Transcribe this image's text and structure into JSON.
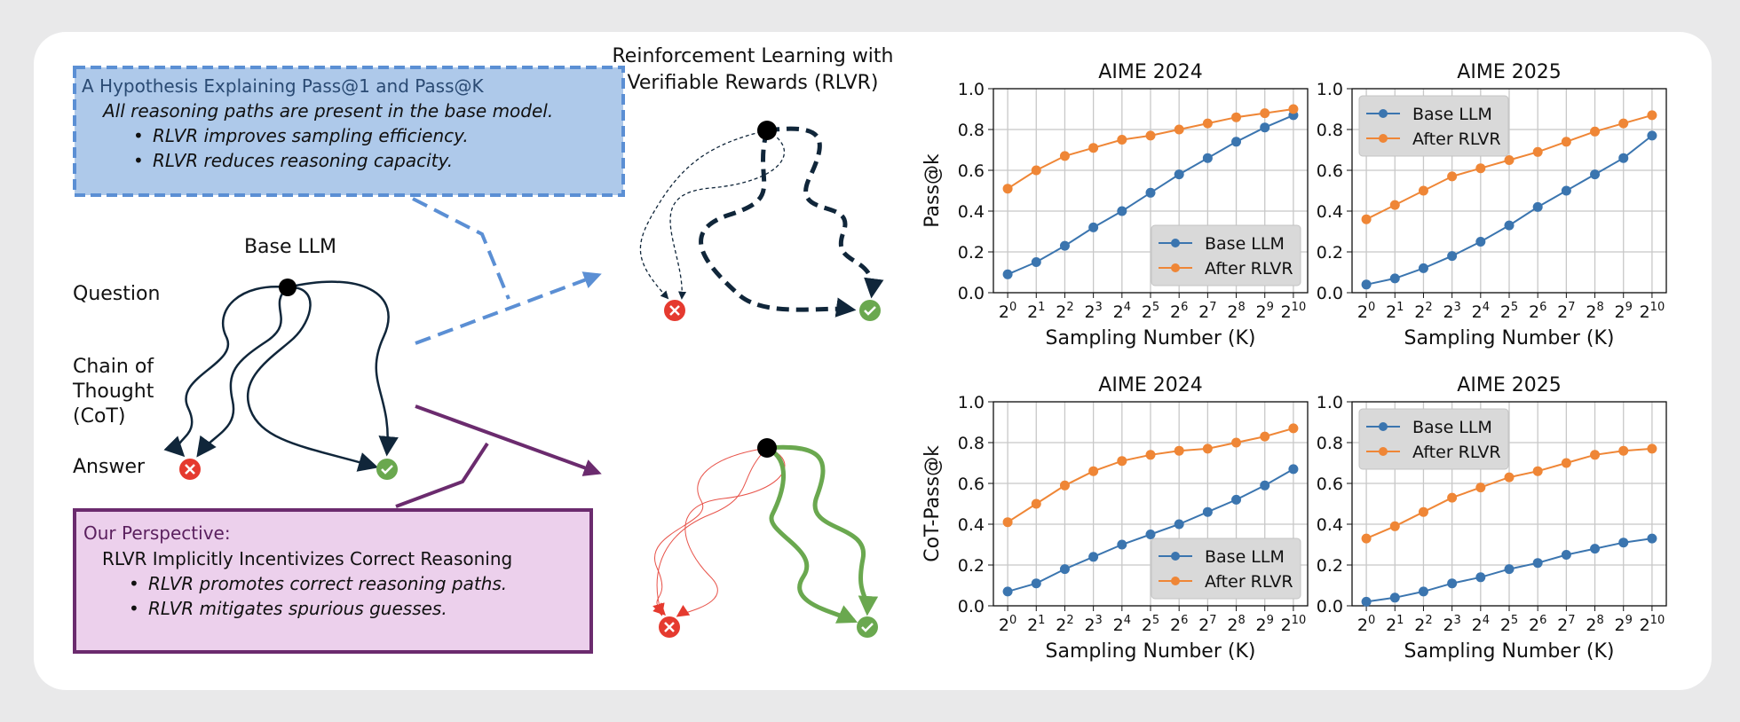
{
  "colors": {
    "base": "#3b75af",
    "rlvr": "#ef8636",
    "wrong": "#e53a2f",
    "correct": "#6aa84f",
    "hypothesis_fill": "#aec9ea",
    "hypothesis_border": "#5b8fd4",
    "perspective_fill": "#ecd0ec",
    "perspective_border": "#6b2b6e"
  },
  "hypothesis": {
    "title": "A Hypothesis Explaining Pass@1 and Pass@K",
    "subtitle": "All reasoning paths are present in the base model.",
    "bullets": [
      "RLVR improves sampling efficiency.",
      "RLVR reduces reasoning capacity."
    ]
  },
  "perspective": {
    "title": "Our Perspective:",
    "subtitle": "RLVR Implicitly Incentivizes Correct Reasoning",
    "bullets": [
      "RLVR promotes correct reasoning paths.",
      "RLVR mitigates spurious guesses."
    ]
  },
  "base_diagram": {
    "title": "Base LLM",
    "labels": [
      "Question",
      "Chain of",
      "Thought",
      "(CoT)",
      "Answer"
    ]
  },
  "rlvr_title": [
    "Reinforcement Learning with",
    "Verifiable Rewards (RLVR)"
  ],
  "chart_data": [
    {
      "type": "line",
      "title": "AIME 2024",
      "ylabel": "Pass@k",
      "xlabel": "Sampling Number (K)",
      "ylim": [
        0,
        1
      ],
      "yticks": [
        "0.0",
        "0.2",
        "0.4",
        "0.6",
        "0.8",
        "1.0"
      ],
      "x": [
        0,
        1,
        2,
        3,
        4,
        5,
        6,
        7,
        8,
        9,
        10
      ],
      "xtick_base": "2",
      "legend": "bottom-right",
      "grid": true,
      "series": [
        {
          "name": "Base LLM",
          "values": [
            0.09,
            0.15,
            0.23,
            0.32,
            0.4,
            0.49,
            0.58,
            0.66,
            0.74,
            0.81,
            0.87
          ]
        },
        {
          "name": "After RLVR",
          "values": [
            0.51,
            0.6,
            0.67,
            0.71,
            0.75,
            0.77,
            0.8,
            0.83,
            0.86,
            0.88,
            0.9
          ]
        }
      ]
    },
    {
      "type": "line",
      "title": "AIME 2025",
      "ylabel": "",
      "xlabel": "Sampling Number (K)",
      "ylim": [
        0,
        1
      ],
      "yticks": [
        "0.0",
        "0.2",
        "0.4",
        "0.6",
        "0.8",
        "1.0"
      ],
      "x": [
        0,
        1,
        2,
        3,
        4,
        5,
        6,
        7,
        8,
        9,
        10
      ],
      "xtick_base": "2",
      "legend": "top-left",
      "grid": true,
      "series": [
        {
          "name": "Base LLM",
          "values": [
            0.04,
            0.07,
            0.12,
            0.18,
            0.25,
            0.33,
            0.42,
            0.5,
            0.58,
            0.66,
            0.77
          ]
        },
        {
          "name": "After RLVR",
          "values": [
            0.36,
            0.43,
            0.5,
            0.57,
            0.61,
            0.65,
            0.69,
            0.74,
            0.79,
            0.83,
            0.87
          ]
        }
      ]
    },
    {
      "type": "line",
      "title": "AIME 2024",
      "ylabel": "CoT-Pass@k",
      "xlabel": "Sampling Number (K)",
      "ylim": [
        0,
        1
      ],
      "yticks": [
        "0.0",
        "0.2",
        "0.4",
        "0.6",
        "0.8",
        "1.0"
      ],
      "x": [
        0,
        1,
        2,
        3,
        4,
        5,
        6,
        7,
        8,
        9,
        10
      ],
      "xtick_base": "2",
      "legend": "bottom-right",
      "grid": true,
      "series": [
        {
          "name": "Base LLM",
          "values": [
            0.07,
            0.11,
            0.18,
            0.24,
            0.3,
            0.35,
            0.4,
            0.46,
            0.52,
            0.59,
            0.67
          ]
        },
        {
          "name": "After RLVR",
          "values": [
            0.41,
            0.5,
            0.59,
            0.66,
            0.71,
            0.74,
            0.76,
            0.77,
            0.8,
            0.83,
            0.87
          ]
        }
      ]
    },
    {
      "type": "line",
      "title": "AIME 2025",
      "ylabel": "",
      "xlabel": "Sampling Number (K)",
      "ylim": [
        0,
        1
      ],
      "yticks": [
        "0.0",
        "0.2",
        "0.4",
        "0.6",
        "0.8",
        "1.0"
      ],
      "x": [
        0,
        1,
        2,
        3,
        4,
        5,
        6,
        7,
        8,
        9,
        10
      ],
      "xtick_base": "2",
      "legend": "top-left",
      "grid": true,
      "series": [
        {
          "name": "Base LLM",
          "values": [
            0.02,
            0.04,
            0.07,
            0.11,
            0.14,
            0.18,
            0.21,
            0.25,
            0.28,
            0.31,
            0.33
          ]
        },
        {
          "name": "After RLVR",
          "values": [
            0.33,
            0.39,
            0.46,
            0.53,
            0.58,
            0.63,
            0.66,
            0.7,
            0.74,
            0.76,
            0.77
          ]
        }
      ]
    }
  ]
}
